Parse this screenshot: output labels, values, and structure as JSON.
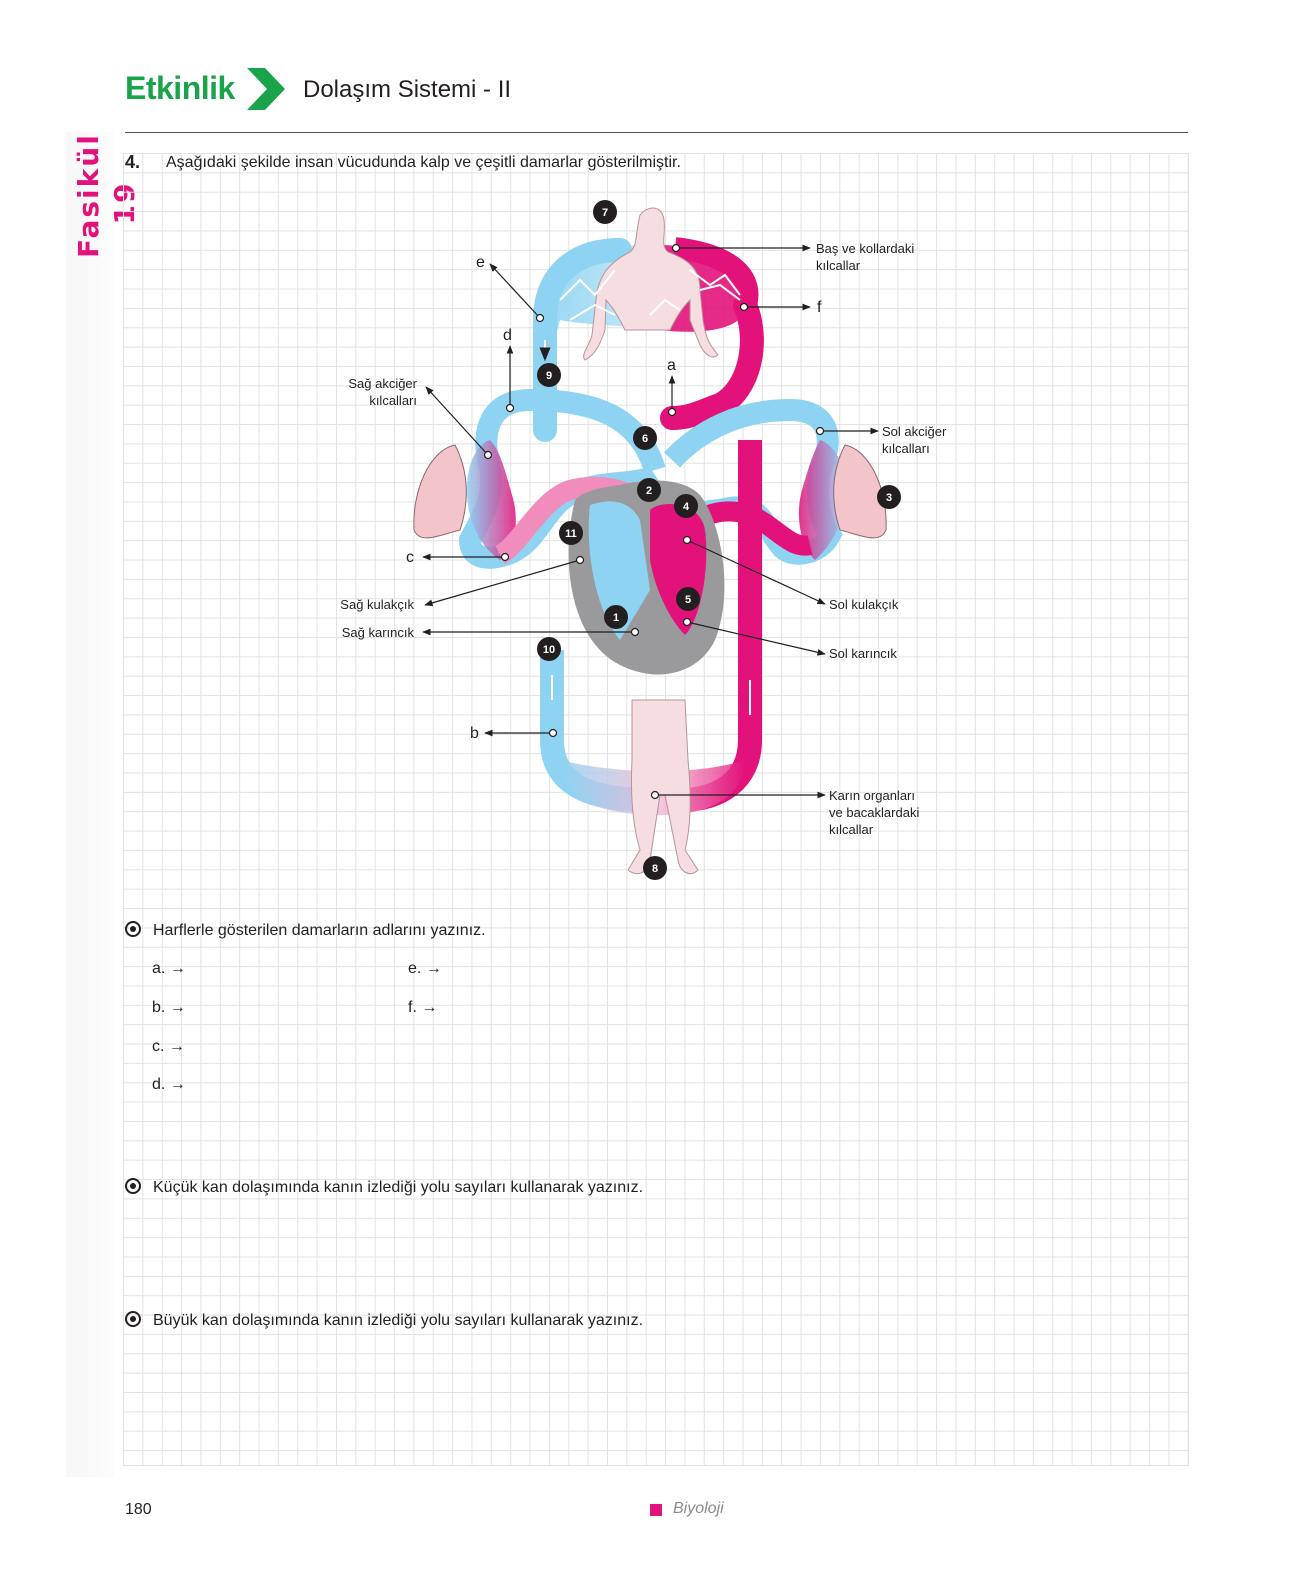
{
  "side_label": "Fasikül 19",
  "header": {
    "etkinlik": "Etkinlik",
    "title": "Dolaşım Sistemi - II"
  },
  "question": {
    "number": "4.",
    "text": "Aşağıdaki şekilde insan vücudunda kalp ve çeşitli damarlar gösterilmiştir."
  },
  "diagram": {
    "labels": {
      "bas_kollar": [
        "Baş ve kollardaki",
        "kılcallar"
      ],
      "sag_akciger": [
        "Sağ akciğer",
        "kılcalları"
      ],
      "sol_akciger": [
        "Sol akciğer",
        "kılcalları"
      ],
      "sag_kulakcik": "Sağ kulakçık",
      "sag_karincik": "Sağ karıncık",
      "sol_kulakcik": "Sol kulakçık",
      "sol_karincik": "Sol karıncık",
      "karin": [
        "Karın organları",
        "ve bacaklardaki",
        "kılcallar"
      ]
    },
    "letters": {
      "a": "a",
      "b": "b",
      "c": "c",
      "d": "d",
      "e": "e",
      "f": "f"
    },
    "numbers": [
      "1",
      "2",
      "3",
      "4",
      "5",
      "6",
      "7",
      "8",
      "9",
      "10",
      "11"
    ],
    "colors": {
      "oxygen_rich": "#e2127a",
      "oxygen_poor": "#8fd3f2",
      "heart": "#9a9a9c",
      "body": "#f6dde1"
    }
  },
  "task1": {
    "text": "Harflerle gösterilen damarların adlarını yazınız.",
    "items": [
      "a. →",
      "b. →",
      "c. →",
      "d. →",
      "e. →",
      "f. →"
    ]
  },
  "task2": {
    "text": "Küçük kan dolaşımında kanın izlediği yolu sayıları kullanarak yazınız."
  },
  "task3": {
    "text": "Büyük kan dolaşımında kanın izlediği yolu sayıları kullanarak yazınız."
  },
  "footer": {
    "page": "180",
    "subject": "Biyoloji"
  }
}
